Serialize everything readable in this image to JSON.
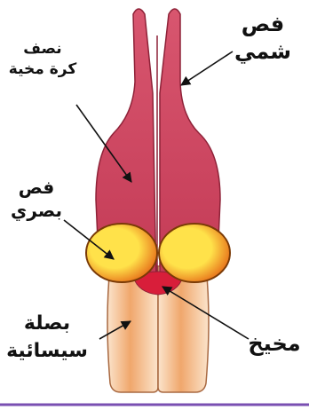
{
  "labels": {
    "hemisphere": [
      "نصف",
      "كرة مخية"
    ],
    "olfactory_lobe": [
      "فص",
      "شمي"
    ],
    "optic_lobe": [
      "فص",
      "بصري"
    ],
    "medulla": [
      "بصلة",
      "سيسائية"
    ],
    "cerebellum": [
      "مخيخ"
    ]
  },
  "colors": {
    "hemisphere_top": "#d8566f",
    "hemisphere_bottom": "#c33a55",
    "hemisphere_outline": "#8e2238",
    "optic_center": "#ffe24a",
    "optic_edge": "#e8761c",
    "optic_outline": "#7a3a06",
    "cerebellum": "#d81e3a",
    "medulla_light": "#fbe4cc",
    "medulla_dark": "#f0a76c",
    "medulla_outline": "#a86840",
    "baseline": "#7a4fb2",
    "arrow": "#111111"
  }
}
